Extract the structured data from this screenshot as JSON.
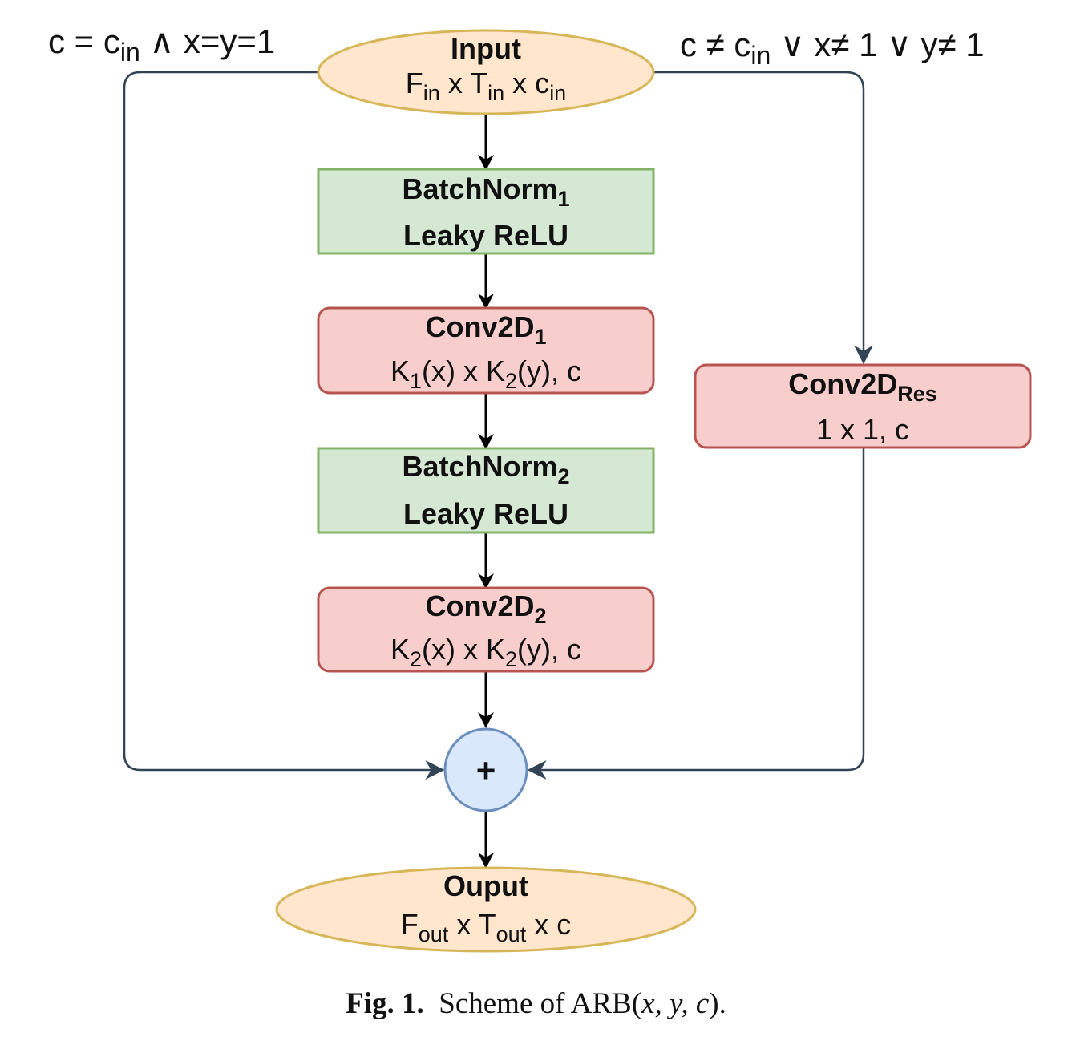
{
  "conditions": {
    "identity": {
      "pre": "c = c",
      "sub": "in",
      "post": " ∧ x=y=1"
    },
    "projection": {
      "pre": "c ≠ c",
      "sub": "in",
      "post": " ∨ x≠ 1 ∨ y≠ 1"
    }
  },
  "nodes": {
    "input": {
      "title": "Input",
      "dims": {
        "a": "F",
        "a_sub": "in",
        "sep1": " x T",
        "b_sub": "in",
        "sep2": " x c",
        "c_sub": "in"
      }
    },
    "batchnorm1": {
      "title": "BatchNorm",
      "title_sub": "1",
      "activation": "Leaky ReLU"
    },
    "conv1": {
      "title": "Conv2D",
      "title_sub": "1",
      "params": {
        "a": "K",
        "a_sub": "1",
        "mid": "(x) x K",
        "b_sub": "2",
        "end": "(y), c"
      }
    },
    "batchnorm2": {
      "title": "BatchNorm",
      "title_sub": "2",
      "activation": "Leaky ReLU"
    },
    "conv2": {
      "title": "Conv2D",
      "title_sub": "2",
      "params": {
        "a": "K",
        "a_sub": "2",
        "mid": "(x) x K",
        "b_sub": "2",
        "end": "(y), c"
      }
    },
    "conv_res": {
      "title": "Conv2D",
      "title_sub": "Res",
      "params": "1 x 1, c"
    },
    "sum": {
      "symbol": "+"
    },
    "output": {
      "title": "Ouput",
      "dims": {
        "a": "F",
        "a_sub": "out",
        "sep1": " x T",
        "b_sub": "out",
        "end": " x c"
      }
    }
  },
  "caption": {
    "label": "Fig. 1.",
    "text": "Scheme of ARB(",
    "args": "x, y, c",
    "close": ")."
  },
  "colors": {
    "ellipse_fill": "#FFE6CC",
    "ellipse_stroke": "#D6B656",
    "green_fill": "#D5E8D4",
    "green_stroke": "#82B366",
    "red_fill": "#F8CECC",
    "red_stroke": "#B85450",
    "circle_fill": "#DAE8FC",
    "circle_stroke": "#6C8EBF",
    "edge": "#314354"
  }
}
